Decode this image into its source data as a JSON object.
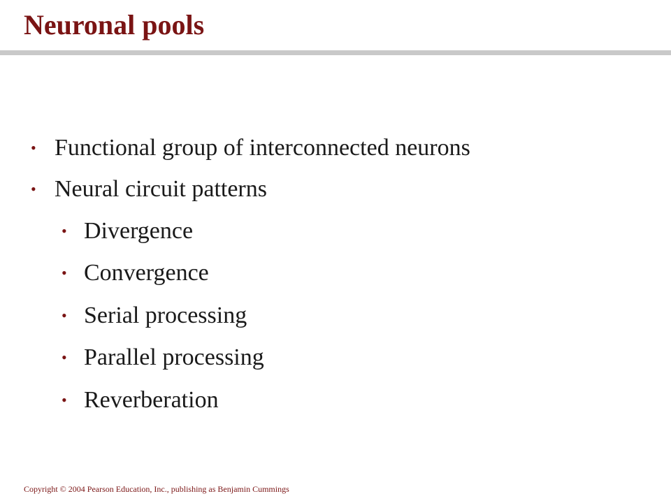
{
  "slide": {
    "title": "Neuronal pools",
    "bullets": [
      {
        "text": "Functional group of interconnected neurons",
        "level": 1
      },
      {
        "text": "Neural circuit patterns",
        "level": 1
      },
      {
        "text": "Divergence",
        "level": 2
      },
      {
        "text": "Convergence",
        "level": 2
      },
      {
        "text": "Serial processing",
        "level": 2
      },
      {
        "text": "Parallel processing",
        "level": 2
      },
      {
        "text": "Reverberation",
        "level": 2
      }
    ],
    "bullet_symbol": "•",
    "footer": "Copyright © 2004 Pearson Education, Inc., publishing as Benjamin Cummings"
  },
  "colors": {
    "title": "#7a1414",
    "rule": "#c9c9c9",
    "bullet": "#7a1414",
    "text": "#1a1a1a",
    "background": "#ffffff"
  }
}
